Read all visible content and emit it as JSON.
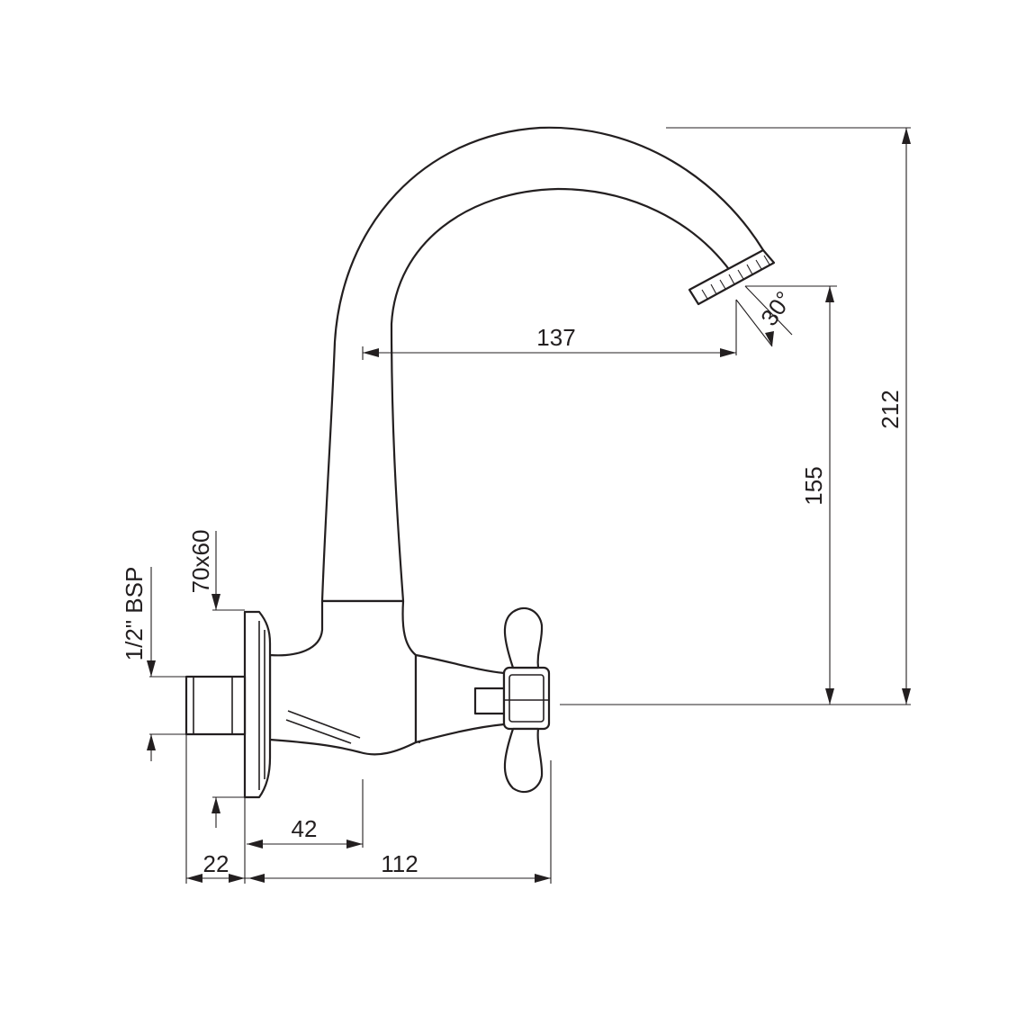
{
  "drawing": {
    "subject": "wall-mounted swan-neck bib tap with cross handle",
    "dimensions": {
      "overall_height": "212",
      "outlet_height": "155",
      "spout_reach": "137",
      "angle": "30°",
      "flange_to_body": "42",
      "flange_to_handle": "112",
      "thread_length": "22",
      "thread_size": "1/2\" BSP",
      "flange_size": "70x60"
    },
    "line_color": "#231f20",
    "background": "#ffffff"
  }
}
